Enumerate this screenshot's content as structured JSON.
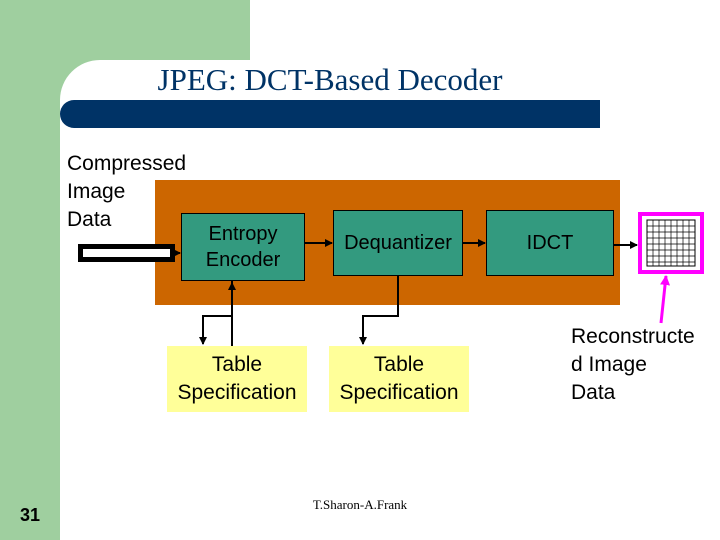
{
  "slide": {
    "title": "JPEG: DCT-Based Decoder",
    "footer": "T.Sharon-A.Frank",
    "page_number": "31"
  },
  "diagram": {
    "input_label": "Compressed Image Data",
    "input_label_lines": [
      "Compressed",
      "Image",
      "Data"
    ],
    "entropy_lines": [
      "Entropy",
      "Encoder"
    ],
    "dequantizer_label": "Dequantizer",
    "idct_label": "IDCT",
    "table_spec_1_lines": [
      "Table",
      "Specification"
    ],
    "table_spec_2_lines": [
      "Table",
      "Specification"
    ],
    "output_label_lines": [
      "Reconstructe",
      "d Image",
      "Data"
    ]
  },
  "colors": {
    "accent_green": "#9fcf9f",
    "title_navy": "#003366",
    "panel_orange": "#cc6600",
    "box_teal": "#339a7f",
    "table_yellow": "#ffff99",
    "output_magenta": "#ff00ff"
  }
}
